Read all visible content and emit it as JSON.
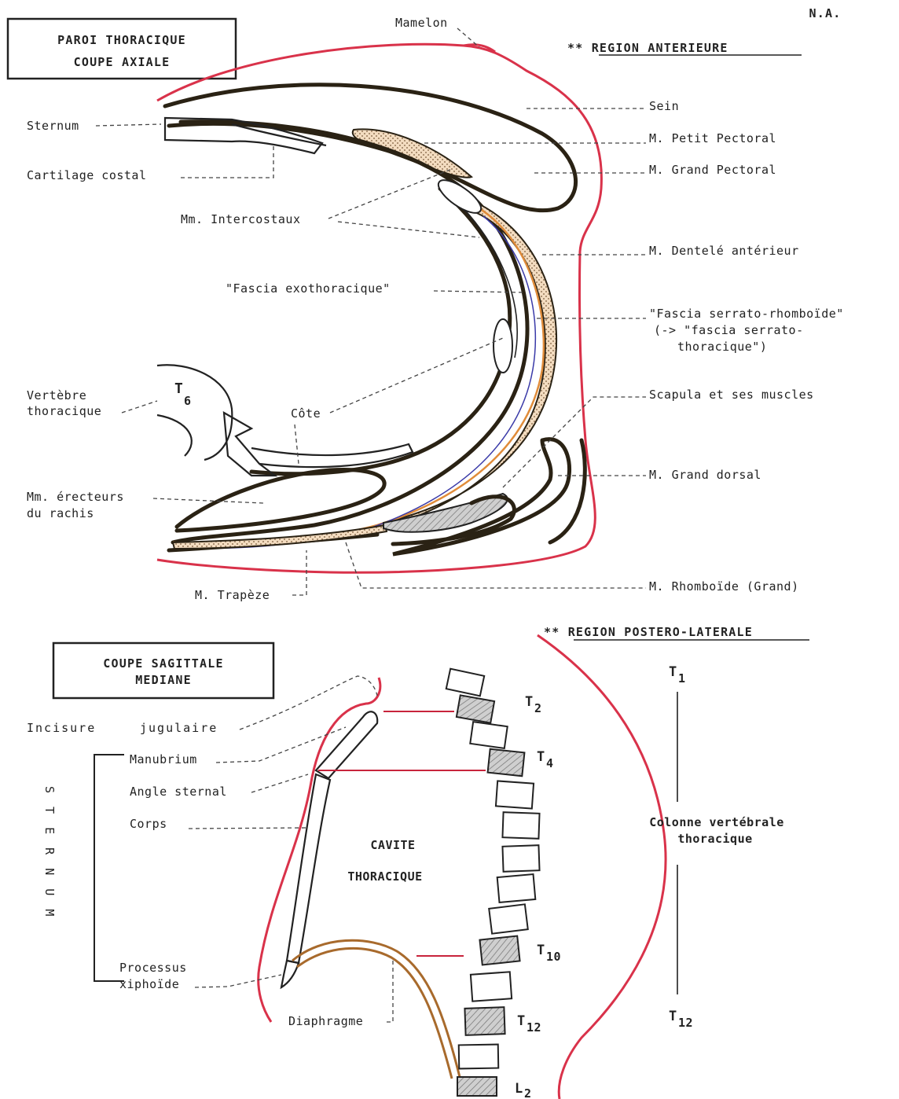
{
  "corner_mark": "N.A.",
  "axial": {
    "title_line1": "PAROI  THORACIQUE",
    "title_line2": "COUPE  AXIALE",
    "region": "** REGION  ANTERIEURE",
    "labels": {
      "mamelon": "Mamelon",
      "sternum": "Sternum",
      "cartilage": "Cartilage costal",
      "intercostaux": "Mm. Intercostaux",
      "fascia_exo": "\"Fascia exothoracique\"",
      "vertebre_1": "Vertèbre",
      "vertebre_2": "thoracique",
      "t6": "T",
      "t6_sub": "6",
      "cote": "Côte",
      "erecteurs_1": "Mm. érecteurs",
      "erecteurs_2": "du rachis",
      "trapeze": "M. Trapèze",
      "sein": "Sein",
      "petit_pectoral": "M. Petit Pectoral",
      "grand_pectoral": "M. Grand Pectoral",
      "dentele": "M. Dentelé antérieur",
      "fascia_sr_1": "\"Fascia serrato-rhomboïde\"",
      "fascia_sr_2": "(->  \"fascia serrato-",
      "fascia_sr_3": "thoracique\")",
      "scapula": "Scapula et ses muscles",
      "grand_dorsal": "M. Grand dorsal",
      "rhomboide": "M. Rhomboïde (Grand)"
    }
  },
  "sagittal": {
    "title_line1": "COUPE SAGITTALE",
    "title_line2": "MEDIANE",
    "region": "** REGION POSTERO-LATERALE",
    "labels": {
      "incisure_1": "Incisure",
      "incisure_2": "jugulaire",
      "manubrium": "Manubrium",
      "angle": "Angle sternal",
      "corps": "Corps",
      "sternum_vertical": "S T E R N U M",
      "cavite_1": "CAVITE",
      "cavite_2": "THORACIQUE",
      "processus_1": "Processus",
      "processus_2": "xiphoïde",
      "diaphragme": "Diaphragme",
      "colonne_1": "Colonne vertébrale",
      "colonne_2": "thoracique",
      "t1": "T",
      "t1_sub": "1",
      "t2": "T",
      "t2_sub": "2",
      "t4": "T",
      "t4_sub": "4",
      "t10": "T",
      "t10_sub": "10",
      "t12": "T",
      "t12_sub": "12",
      "t12b": "T",
      "t12b_sub": "12",
      "l2": "L",
      "l2_sub": "2"
    }
  },
  "colors": {
    "skin": "#d9324a",
    "fascia_orange": "#e08c3a",
    "diaphragm_brown": "#a86a2c",
    "fascia_blue": "#3a3aa8",
    "muscle_outline": "#2a2214"
  }
}
